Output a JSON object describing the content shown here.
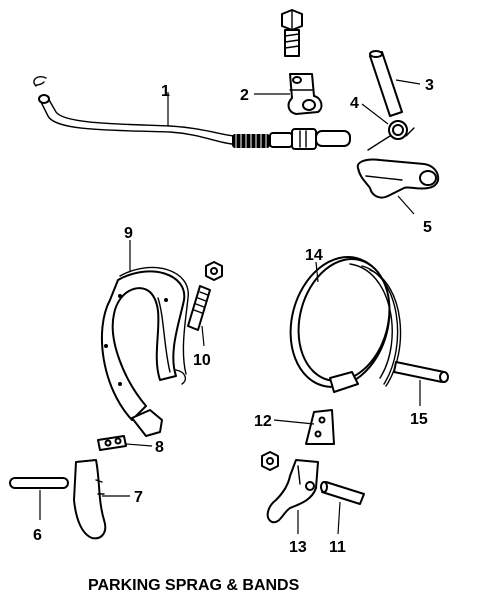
{
  "caption": "PARKING SPRAG & BANDS",
  "callouts": {
    "c1": "1",
    "c2": "2",
    "c3": "3",
    "c4": "4",
    "c5": "5",
    "c6": "6",
    "c7": "7",
    "c8": "8",
    "c9": "9",
    "c10": "10",
    "c11": "11",
    "c12": "12",
    "c13": "13",
    "c14": "14",
    "c15": "15"
  }
}
